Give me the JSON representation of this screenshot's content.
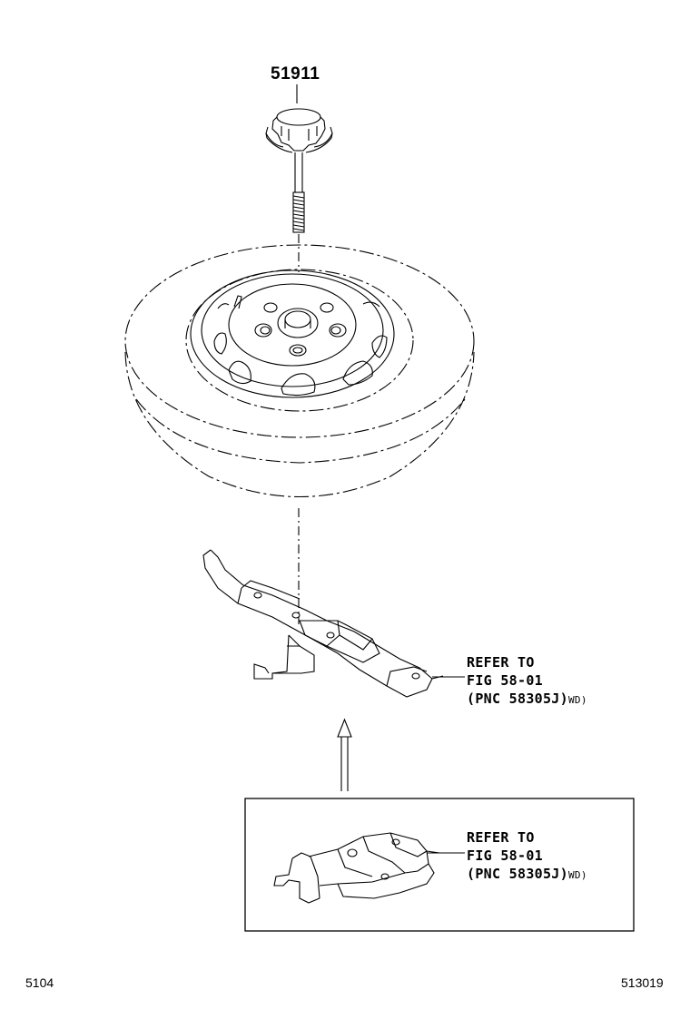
{
  "part_label": "51911",
  "callout_main": {
    "line1": "REFER TO",
    "line2": "FIG 58-01",
    "line3_open": "(PNC 58305J)",
    "line3_suffix": "WD)"
  },
  "callout_inset": {
    "line1": "REFER TO",
    "line2": "FIG 58-01",
    "line3_open": "(PNC 58305J)",
    "line3_suffix": "WD)"
  },
  "footer": {
    "left_code": "5104",
    "right_code": "513019"
  }
}
